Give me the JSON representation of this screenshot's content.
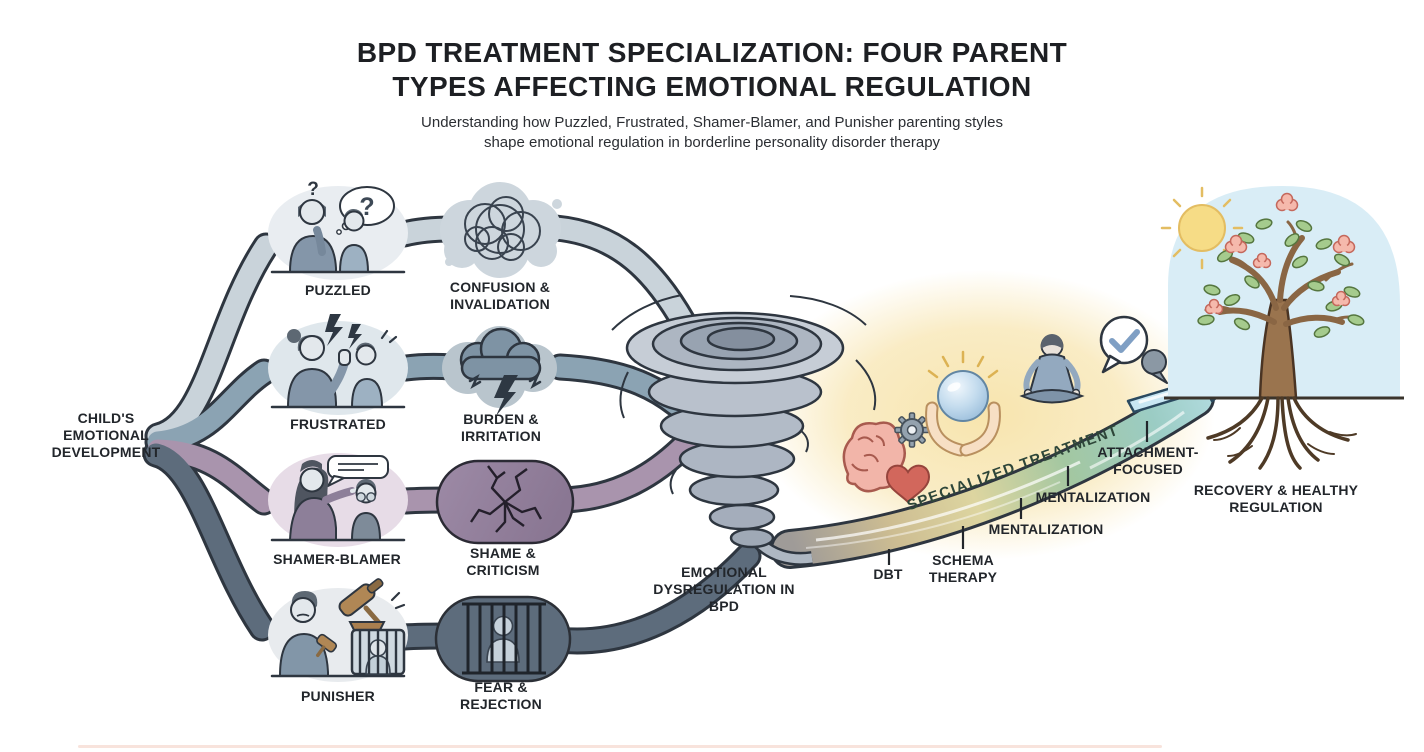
{
  "title": {
    "line1": "BPD TREATMENT SPECIALIZATION: FOUR PARENT",
    "line2": "TYPES AFFECTING EMOTIONAL REGULATION"
  },
  "subtitle": {
    "line1": "Understanding how Puzzled, Frustrated, Shamer-Blamer, and Punisher parenting styles",
    "line2": "shape emotional regulation in borderline personality disorder therapy"
  },
  "source": {
    "label": "CHILD'S EMOTIONAL DEVELOPMENT"
  },
  "parent_types": [
    {
      "name": "PUZZLED",
      "effect": "CONFUSION & INVALIDATION",
      "parent_icon": "puzzled-parent-question-icon",
      "effect_icon": "tangled-thoughts-cloud-icon",
      "ribbon_color": "#c9d3da"
    },
    {
      "name": "FRUSTRATED",
      "effect": "BURDEN & IRRITATION",
      "parent_icon": "frustrated-parent-lightning-icon",
      "effect_icon": "storm-cloud-lightning-icon",
      "ribbon_color": "#8ba3b3"
    },
    {
      "name": "SHAMER-BLAMER",
      "effect": "SHAME & CRITICISM",
      "parent_icon": "scolding-parent-pointing-icon",
      "effect_icon": "cracked-stone-icon",
      "ribbon_color": "#a994ad"
    },
    {
      "name": "PUNISHER",
      "effect": "FEAR & REJECTION",
      "parent_icon": "punisher-parent-gavel-icon",
      "effect_icon": "caged-child-bars-icon",
      "ribbon_color": "#5d6c7c"
    }
  ],
  "vortex": {
    "label": "EMOTIONAL DYSREGULATION IN BPD",
    "icon": "tornado-icon"
  },
  "treatment": {
    "path_label": "SPECIALIZED TREATMENT",
    "therapies": [
      {
        "name": "DBT"
      },
      {
        "name": "SCHEMA THERAPY"
      },
      {
        "name": "MENTALIZATION"
      },
      {
        "name": "MENTALIZATION"
      },
      {
        "name": "ATTACHMENT-FOCUSED"
      }
    ],
    "icons": [
      "brain-gear-heart-icon",
      "hands-holding-sphere-icon",
      "meditating-person-icon",
      "speech-bubble-checkmark-icon"
    ]
  },
  "outcome": {
    "label": "RECOVERY & HEALTHY REGULATION",
    "icon": "flourishing-tree-icon"
  },
  "glyphs": {
    "question_mark": "?"
  },
  "colors": {
    "title": "#1d1f23",
    "label": "#22262b",
    "treatment_text": "#2e4639",
    "ribbon_outline": "#2e3640",
    "glow": "#f7e6b4",
    "arrow_fill": "#c9e7f3",
    "sky": "#d9edf6",
    "sun": "#f6dc86",
    "leaf": "#a5cb8d",
    "flower": "#f5b9ac",
    "trunk": "#9a744e",
    "heart": "#d2675c",
    "brain": "#f2b5a9"
  }
}
